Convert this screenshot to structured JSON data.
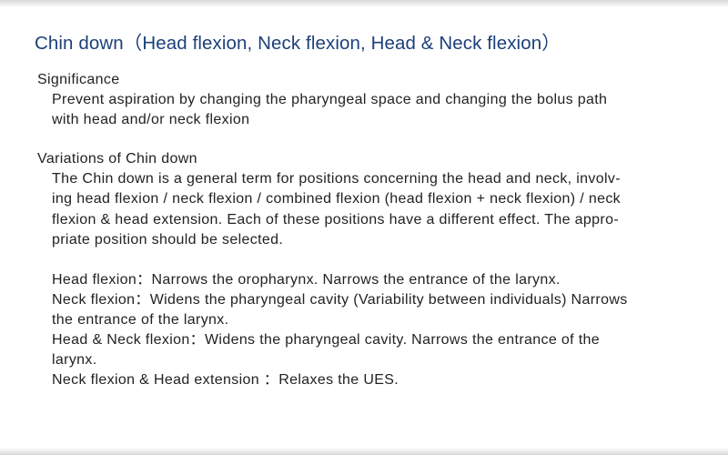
{
  "title": "Chin down（Head flexion, Neck flexion, Head & Neck flexion）",
  "significance": {
    "heading": "Significance",
    "lines": [
      "Prevent aspiration by changing the pharyngeal space and changing the bolus path",
      "with head and/or neck flexion"
    ]
  },
  "variations": {
    "heading": "Variations of Chin down",
    "lines": [
      "The Chin down is a general term for positions concerning the head and neck, involv-",
      "ing head flexion / neck flexion / combined flexion (head flexion + neck flexion) / neck",
      "flexion & head extension. Each of these positions have a different effect. The appro-",
      "priate position should be selected."
    ],
    "effects": [
      "Head flexion：Narrows the oropharynx. Narrows the entrance of the larynx.",
      "Neck flexion：Widens the pharyngeal cavity (Variability between individuals) Narrows",
      "the entrance of the larynx.",
      "Head & Neck flexion：Widens the pharyngeal cavity. Narrows the entrance of the",
      "larynx.",
      "Neck flexion & Head extension ：Relaxes the UES."
    ]
  }
}
